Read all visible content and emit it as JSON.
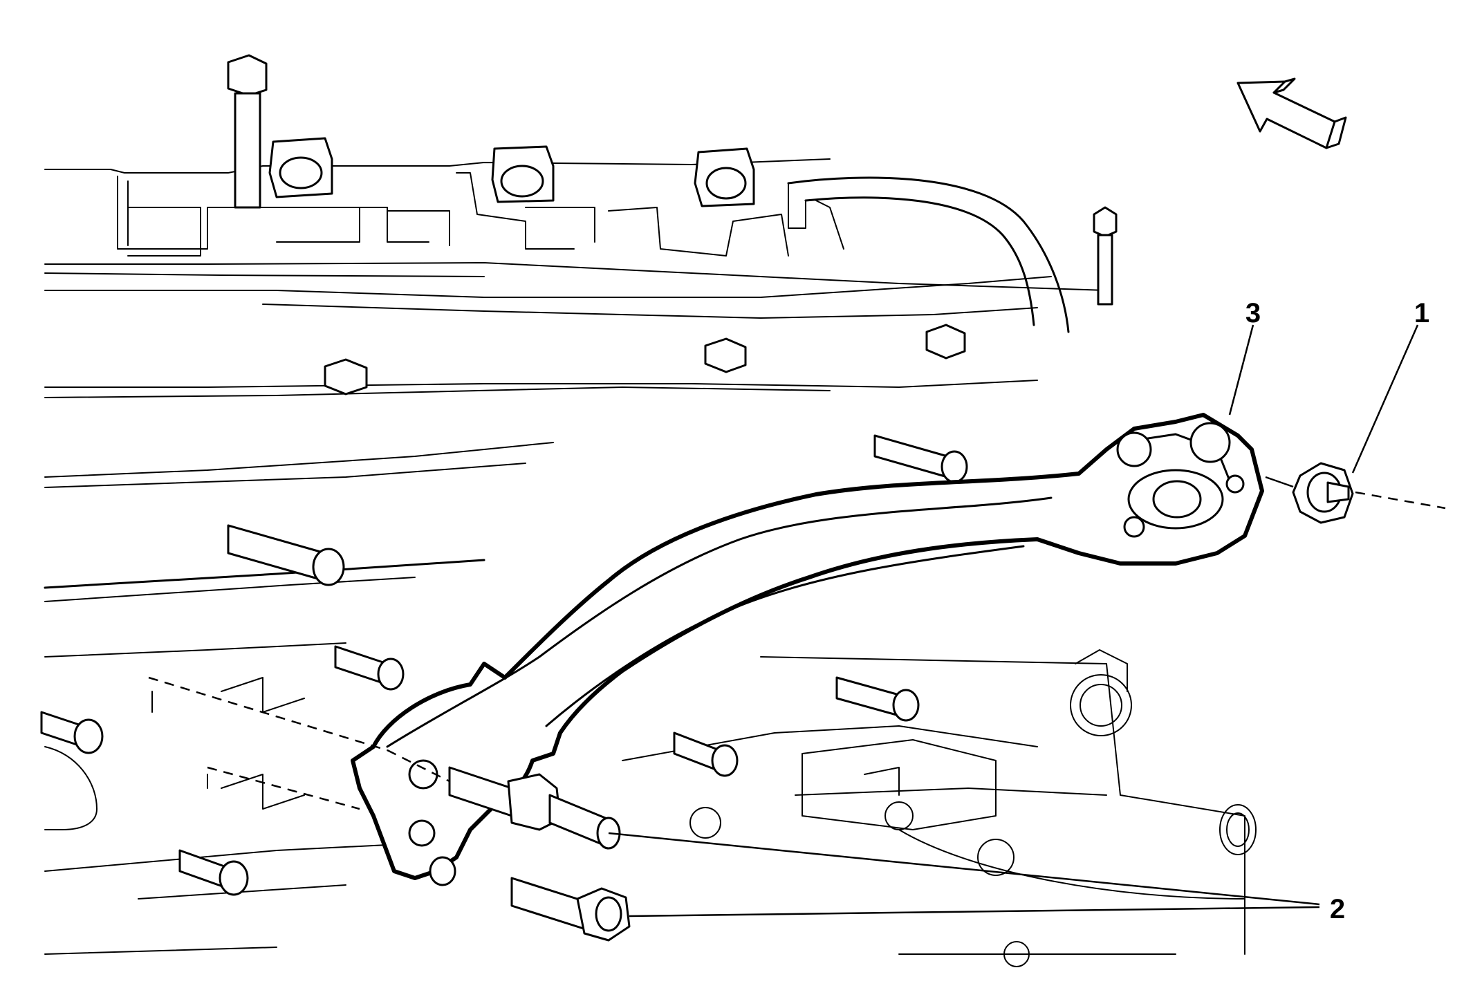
{
  "diagram": {
    "callouts": [
      {
        "id": "1",
        "label": "1",
        "part": "nut"
      },
      {
        "id": "2",
        "label": "2",
        "part": "bolts"
      },
      {
        "id": "3",
        "label": "3",
        "part": "bracket"
      }
    ],
    "direction_arrow": {
      "icon": "direction-arrow-icon"
    }
  }
}
